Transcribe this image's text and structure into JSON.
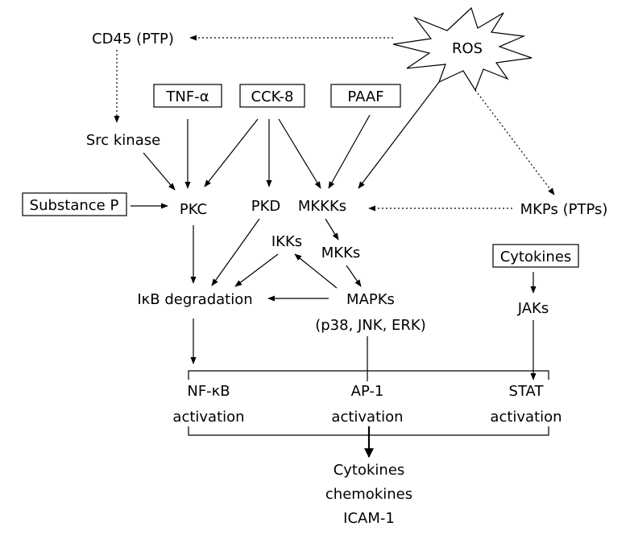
{
  "nodes": {
    "ros": "ROS",
    "cd45": "CD45 (PTP)",
    "tnf": "TNF-α",
    "cck8": "CCK-8",
    "paaf": "PAAF",
    "src": "Src kinase",
    "substance_p": "Substance P",
    "pkc": "PKC",
    "pkd": "PKD",
    "mkkks": "MKKKs",
    "mkps": "MKPs (PTPs)",
    "ikks": "IKKs",
    "mkks": "MKKs",
    "cytokines_box": "Cytokines",
    "ikb_degradation": "IκB degradation",
    "mapks": "MAPKs",
    "mapks_detail": "(p38, JNK, ERK)",
    "jaks": "JAKs",
    "nfkb_line1": "NF-κB",
    "nfkb_line2": "activation",
    "ap1_line1": "AP-1",
    "ap1_line2": "activation",
    "stat_line1": "STAT",
    "stat_line2": "activation",
    "output_line1": "Cytokines",
    "output_line2": "chemokines",
    "output_line3": "ICAM-1"
  }
}
